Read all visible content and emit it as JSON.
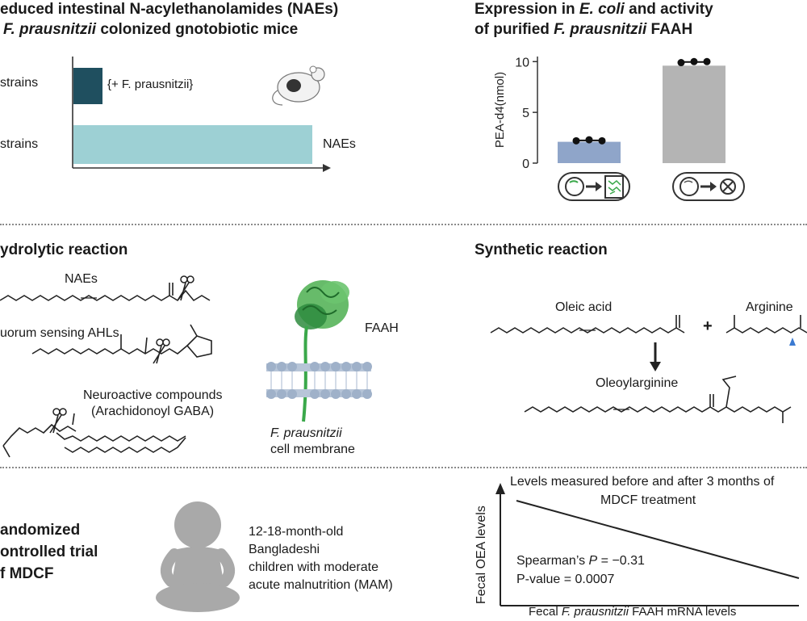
{
  "top_left": {
    "title_line1": "educed intestinal  N-acylethanolamides (NAEs)",
    "title_line2_italic": "F. prausnitzii",
    "title_line2_rest": " colonized gnotobiotic mice",
    "row1_label": "strains",
    "row1_note": "{+ F. prausnitzii}",
    "row2_label": "strains",
    "row2_note": "NAEs",
    "bar_values": [
      0.12,
      1.0
    ]
  },
  "top_right": {
    "title_line1_pre": "Expression in ",
    "title_line1_italic": "E. coli",
    "title_line1_post": "  and activity",
    "title_line2_pre": "of purified ",
    "title_line2_italic": "F. prausnitzii",
    "title_line2_post": " FAAH"
  },
  "chart_data": {
    "type": "bar",
    "ylabel": "PEA-d4(nmol)",
    "ylim": [
      0,
      10.5
    ],
    "yticks": [
      "0",
      "5",
      "10"
    ],
    "ytick_values": [
      0,
      5,
      10
    ],
    "categories": [
      "",
      ""
    ],
    "values": [
      2.1,
      9.6
    ],
    "points": [
      [
        2.2,
        2.3,
        2.2
      ],
      [
        9.9,
        10.0,
        10.0
      ]
    ],
    "colors": [
      "#8fa5c9",
      "#b4b4b4"
    ]
  },
  "middle_left": {
    "title": "ydrolytic reaction",
    "nae_label": "NAEs",
    "ahl_label": "uorum sensing AHLs",
    "neuro_label1": "Neuroactive compounds",
    "neuro_label2": "(Arachidonoyl GABA)",
    "faah_label": "FAAH",
    "membrane_label1": "F. prausnitzii",
    "membrane_label2": "cell membrane"
  },
  "middle_right": {
    "title": "Synthetic reaction",
    "oleic_label": "Oleic acid",
    "plus": "+",
    "arginine_label": "Arginine",
    "product_label": "Oleoylarginine"
  },
  "bottom_left": {
    "title_line1": "andomized",
    "title_line2": "ontrolled trial",
    "title_line3": "f MDCF",
    "desc_line1": "12-18-month-old",
    "desc_line2": "Bangladeshi",
    "desc_line3": "children with moderate",
    "desc_line4": "acute malnutrition (MAM)"
  },
  "bottom_right": {
    "header_line1": "Levels measured before and after 3 months of",
    "header_line2": "MDCF treatment",
    "ylabel": "Fecal OEA levels",
    "xlabel_pre": "Fecal ",
    "xlabel_italic": "F. prausnitzii",
    "xlabel_post": " FAAH mRNA levels",
    "stat_prefix": "Spearman’s ",
    "stat_symbol": "P",
    "stat_value": " = −0.31",
    "pvalue": "P-value = 0.0007"
  }
}
